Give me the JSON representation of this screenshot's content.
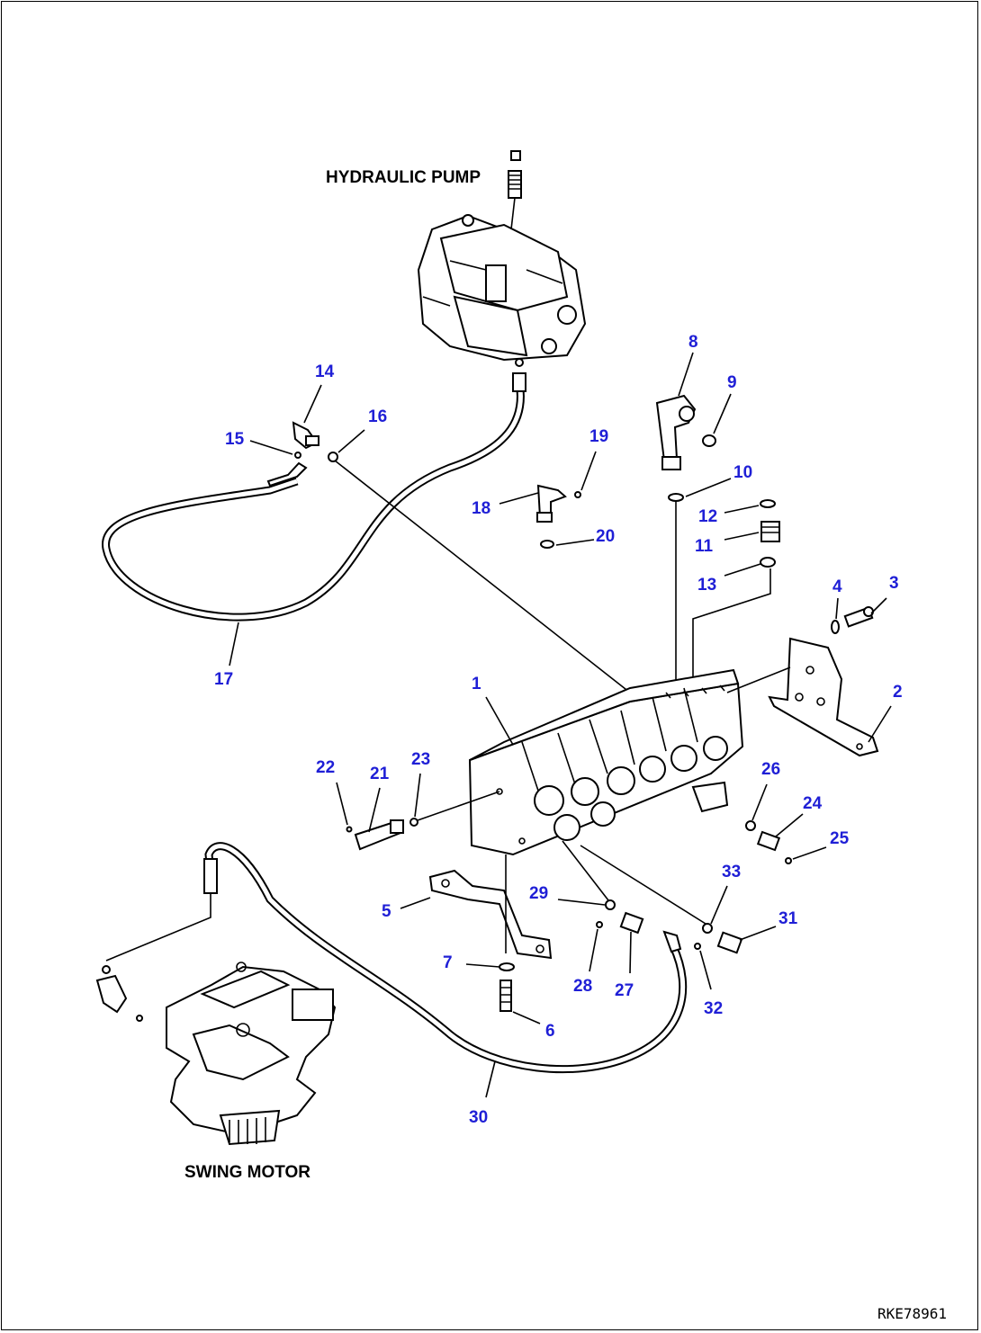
{
  "captions": {
    "hydraulic_pump": "HYDRAULIC PUMP",
    "swing_motor": "SWING MOTOR"
  },
  "drawing_code": "RKE78961",
  "callouts": [
    "1",
    "2",
    "3",
    "4",
    "5",
    "6",
    "7",
    "8",
    "9",
    "10",
    "11",
    "12",
    "13",
    "14",
    "15",
    "16",
    "17",
    "18",
    "19",
    "20",
    "21",
    "22",
    "23",
    "24",
    "25",
    "26",
    "27",
    "28",
    "29",
    "30",
    "31",
    "32",
    "33"
  ],
  "colors": {
    "callout": "#1f1fd6",
    "line": "#000000",
    "background": "#ffffff"
  }
}
